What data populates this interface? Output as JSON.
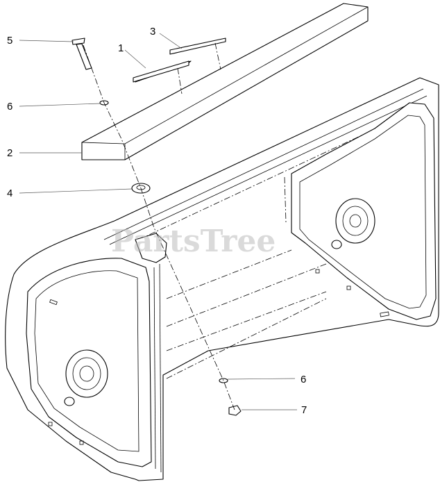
{
  "watermark": "PartsTree",
  "callouts": [
    {
      "id": "c5",
      "label": "5"
    },
    {
      "id": "c3",
      "label": "3"
    },
    {
      "id": "c1",
      "label": "1"
    },
    {
      "id": "c6a",
      "label": "6"
    },
    {
      "id": "c2",
      "label": "2"
    },
    {
      "id": "c4",
      "label": "4"
    },
    {
      "id": "c6b",
      "label": "6"
    },
    {
      "id": "c7",
      "label": "7"
    }
  ],
  "colors": {
    "line": "#000000",
    "watermark": "#bcbcbc",
    "background": "#ffffff"
  }
}
